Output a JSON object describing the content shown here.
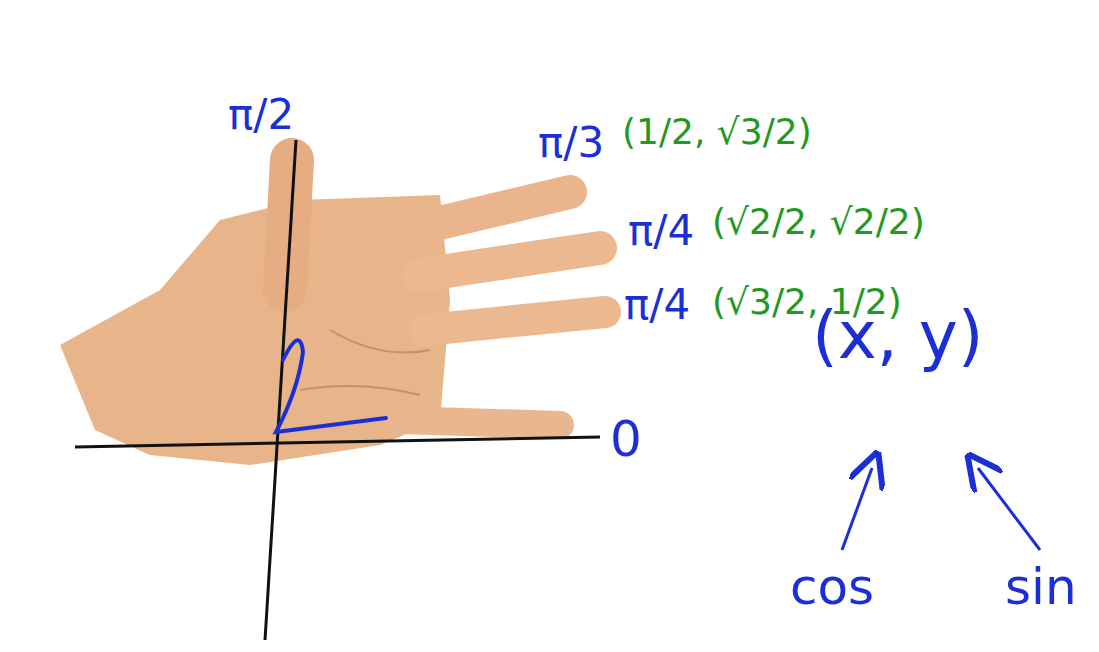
{
  "diagram": {
    "labels": [
      "π/2",
      "π/3",
      "(1/2, √3/2)",
      "π/4",
      "(√2/2, √2/2)",
      "π/4",
      "(√3/2, 1/2)",
      "(x, y)",
      "0",
      "cos",
      "sin"
    ]
  }
}
